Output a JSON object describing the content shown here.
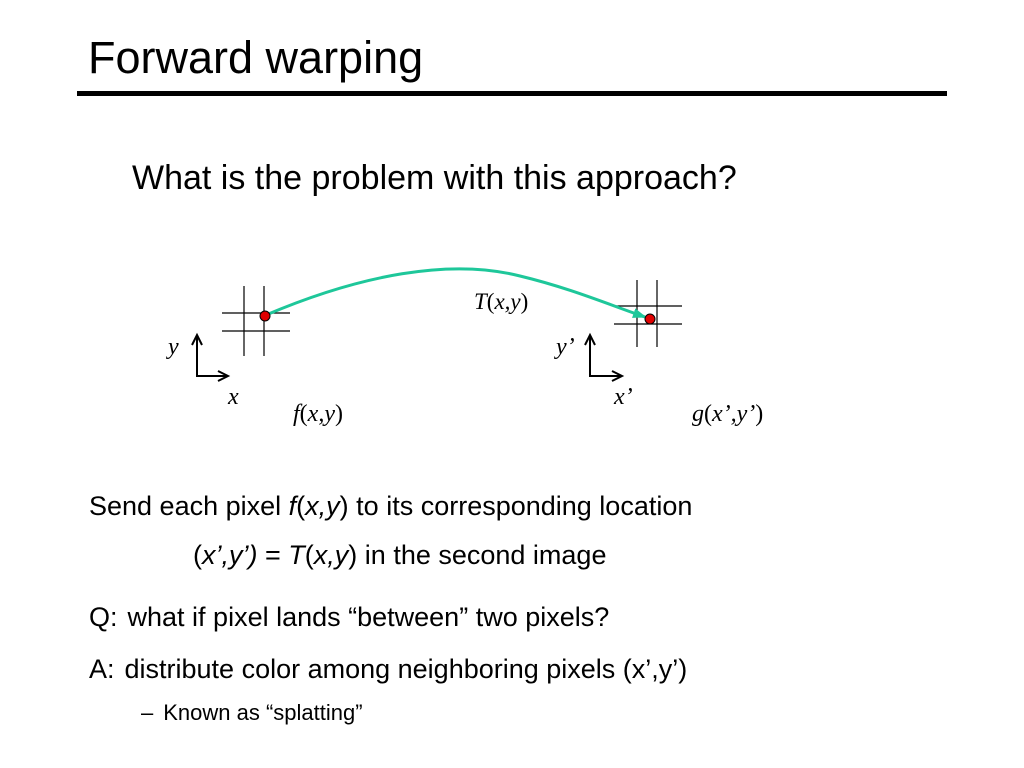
{
  "slide": {
    "title": "Forward warping",
    "question": "What is the problem with this approach?"
  },
  "diagram": {
    "transform_label": {
      "fn": "T",
      "open": "(",
      "args": "x,y",
      "close": ")"
    },
    "source": {
      "axis_y": "y",
      "axis_x": "x",
      "image_label": {
        "fn": "f",
        "open": "(",
        "args": "x,y",
        "close": ")"
      }
    },
    "target": {
      "axis_y": "y’",
      "axis_x": "x’",
      "image_label": {
        "fn": "g",
        "open": "(",
        "args": "x’,y’",
        "close": ")"
      }
    },
    "colors": {
      "arrow": "#1ec79a",
      "pixel": "#e00000",
      "grid": "#000000"
    }
  },
  "body": {
    "send": {
      "before": "Send each pixel ",
      "fn": "f",
      "open": "(",
      "args": "x,y",
      "close": ")",
      "after": " to its corresponding location"
    },
    "mapping": {
      "open": "(",
      "lhs": "x’,y’)",
      "eq": " = ",
      "fn": "T",
      "paren": "(",
      "args": "x,y",
      "close": ")",
      "after": " in the second image"
    },
    "q_prefix": "Q:",
    "q_text": "what if pixel lands “between” two pixels?",
    "a_prefix": "A:",
    "a_text": "distribute color among neighboring pixels (x’,y’)",
    "sub_dash": "–",
    "sub_text": "Known as “splatting”"
  }
}
